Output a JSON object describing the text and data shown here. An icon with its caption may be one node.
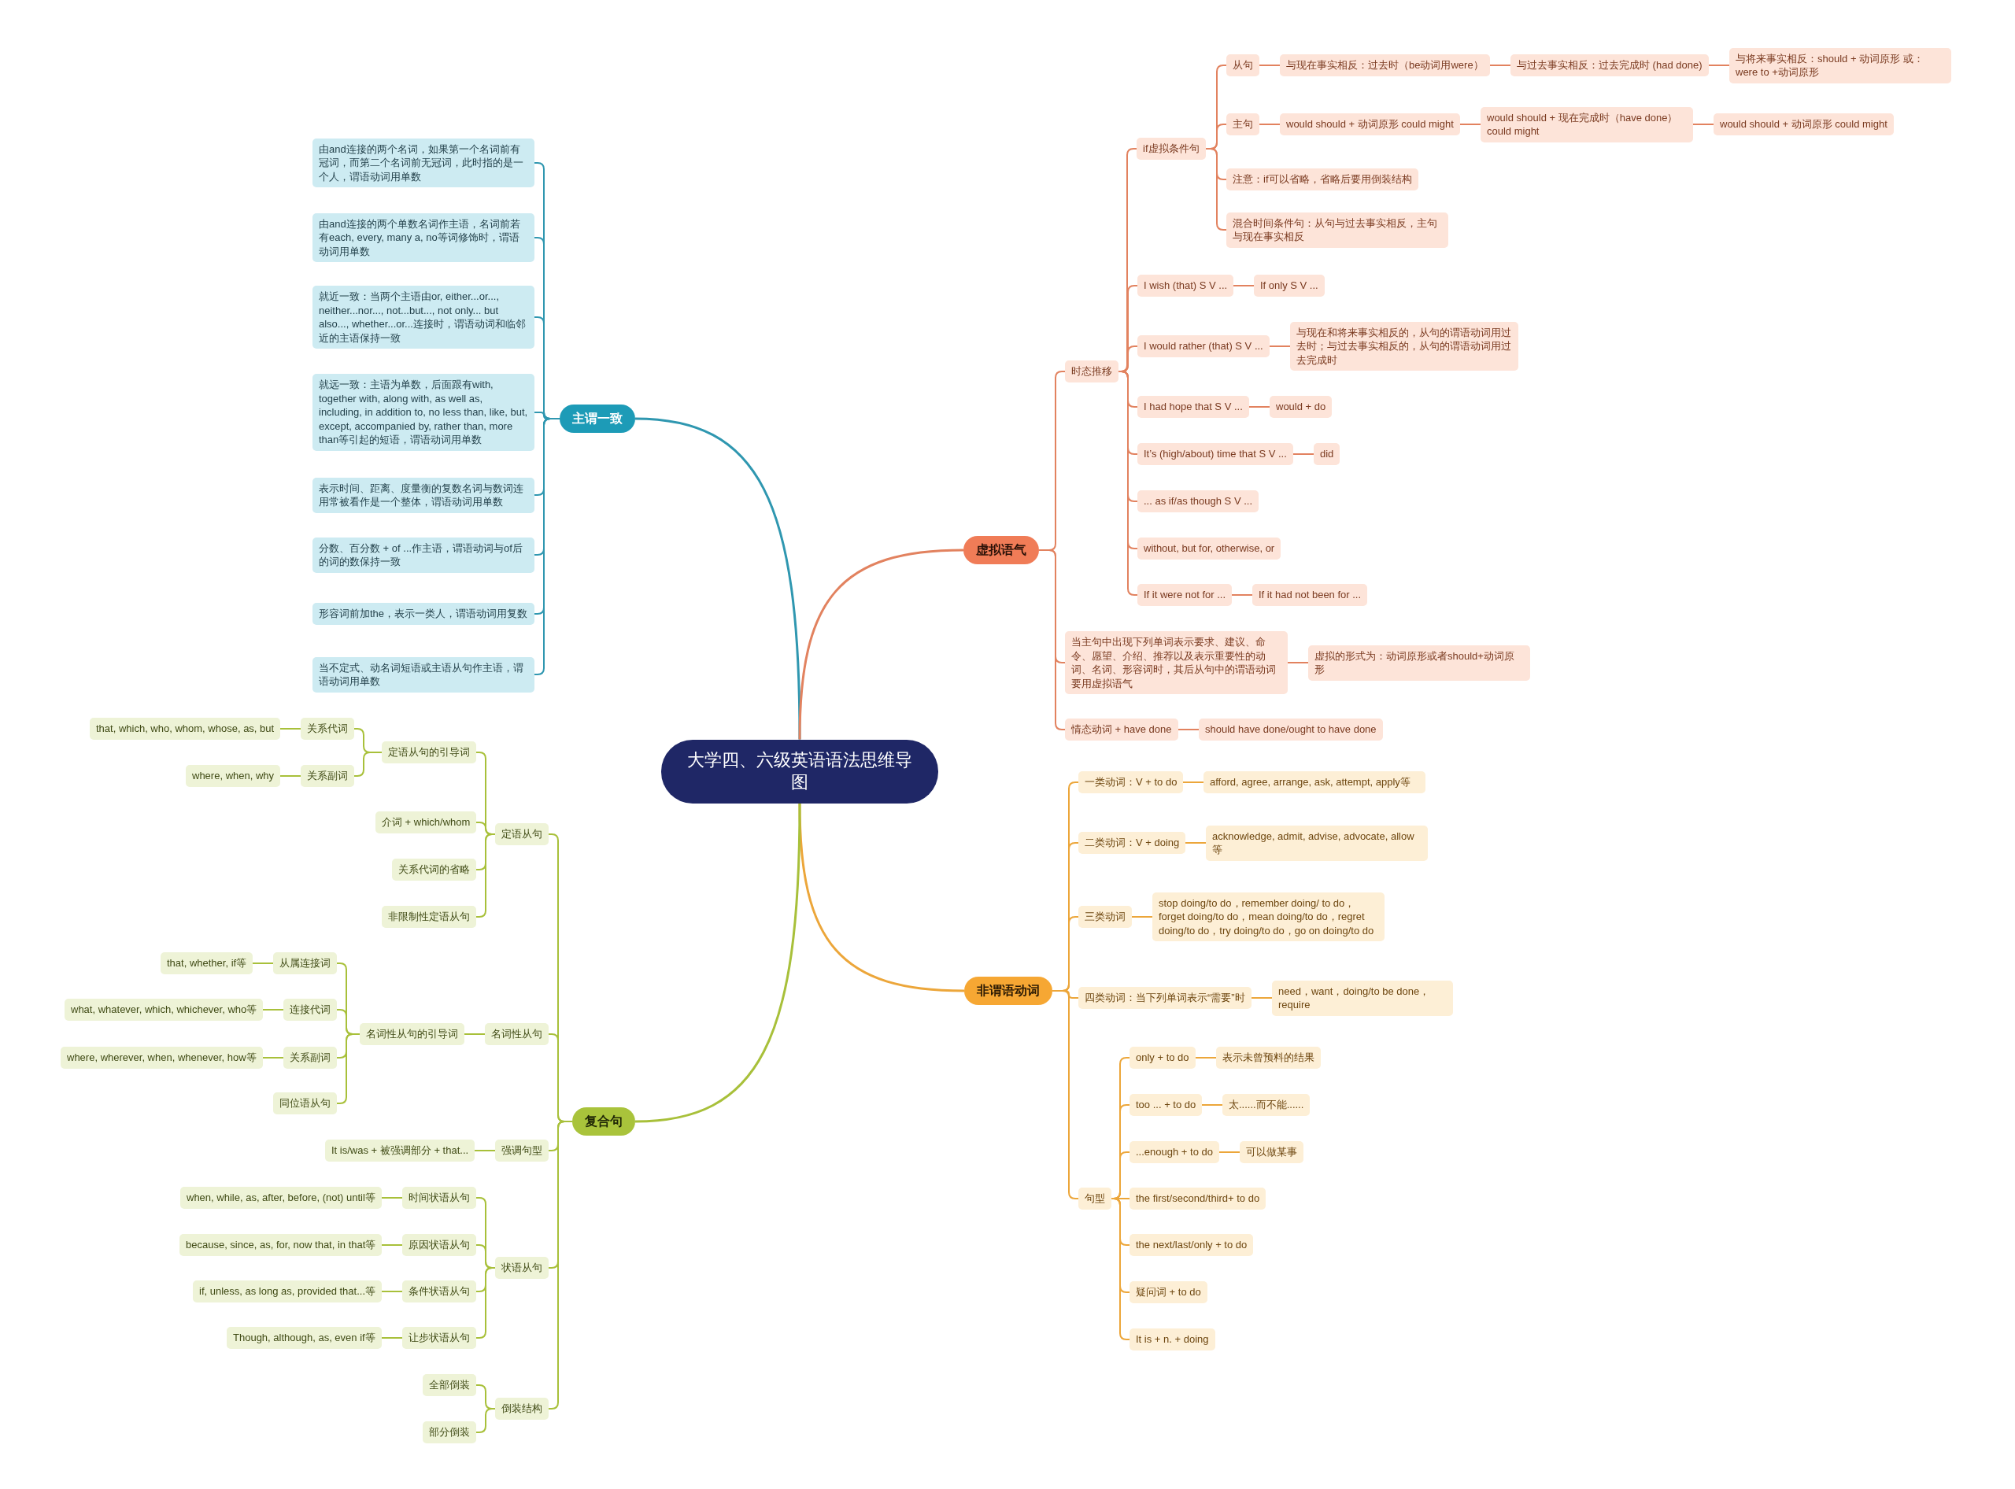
{
  "diagram": {
    "nodes": [
      {
        "text": [
          "大学四、六级英语语法思维导图"
        ]
      },
      {
        "text": [
          "主谓一致"
        ]
      },
      {
        "text": [
          "由and连接的两个名词，如果第一个名词前有冠词，而第二个名词前无冠词，此时指的是一个人，谓语动词用单数"
        ]
      },
      {
        "text": [
          "由and连接的两个单数名词作主语，名词前若有each, every, many a, no等词修饰时，谓语动词用单数"
        ]
      },
      {
        "text": [
          "就近一致：当两个主语由or, either...or..., neither...nor..., not...but..., not only... but also..., whether...or...连接时，谓语动词和临邻近的主语保持一致"
        ]
      },
      {
        "text": [
          "就远一致：主语为单数，后面跟有with, together with, along with, as well as, including, in addition to, no less than, like, but, except, accompanied by, rather than, more than等引起的短语，谓语动词用单数"
        ]
      },
      {
        "text": [
          "表示时间、距离、度量衡的复数名词与数词连用常被看作是一个整体，谓语动词用单数"
        ]
      },
      {
        "text": [
          "分数、百分数 + of ...作主语，谓语动词与of后的词的数保持一致"
        ]
      },
      {
        "text": [
          "形容词前加the，表示一类人，谓语动词用复数"
        ]
      },
      {
        "text": [
          "当不定式、动名词短语或主语从句作主语，谓语动词用单数"
        ]
      },
      {
        "text": [
          "虚拟语气"
        ]
      },
      {
        "text": [
          "时态推移"
        ]
      },
      {
        "text": [
          "if虚拟条件句"
        ]
      },
      {
        "text": [
          "从句"
        ]
      },
      {
        "text": [
          "与现在事实相反：过去时（be动词用were）"
        ]
      },
      {
        "text": [
          "与过去事实相反：过去完成时 (had done)"
        ]
      },
      {
        "text": [
          "与将来事实相反：should + 动词原形 或：were to +动词原形"
        ]
      },
      {
        "text": [
          "主句"
        ]
      },
      {
        "text": [
          "would should + 动词原形 could might"
        ]
      },
      {
        "text": [
          "would should + 现在完成时（have done） could might"
        ]
      },
      {
        "text": [
          "would should + 动词原形 could might"
        ]
      },
      {
        "text": [
          "注意：if可以省略，省略后要用倒装结构"
        ]
      },
      {
        "text": [
          "混合时间条件句：从句与过去事实相反，主句与现在事实相反"
        ]
      },
      {
        "text": [
          "I wish (that) S V ..."
        ]
      },
      {
        "text": [
          "If only S V ..."
        ]
      },
      {
        "text": [
          "I would rather (that) S V ..."
        ]
      },
      {
        "text": [
          "与现在和将来事实相反的，从句的谓语动词用过去时；与过去事实相反的，从句的谓语动词用过去完成时"
        ]
      },
      {
        "text": [
          "I had hope that S V ..."
        ]
      },
      {
        "text": [
          "would + do"
        ]
      },
      {
        "text": [
          "It’s (high/about) time that S V ..."
        ]
      },
      {
        "text": [
          "did"
        ]
      },
      {
        "text": [
          "... as if/as though S V ..."
        ]
      },
      {
        "text": [
          "without, but for, otherwise, or"
        ]
      },
      {
        "text": [
          "If it were not for ..."
        ]
      },
      {
        "text": [
          "If it had not been for ..."
        ]
      },
      {
        "text": [
          "当主句中出现下列单词表示要求、建议、命令、愿望、介绍、推荐以及表示重要性的动词、名词、形容词时，其后从句中的谓语动词要用虚拟语气"
        ]
      },
      {
        "text": [
          "虚拟的形式为：动词原形或者should+动词原形"
        ]
      },
      {
        "text": [
          "情态动词 + have done"
        ]
      },
      {
        "text": [
          "should have done/ought to have done"
        ]
      },
      {
        "text": [
          "非谓语动词"
        ]
      },
      {
        "text": [
          "一类动词：V + to do"
        ]
      },
      {
        "text": [
          "afford, agree, arrange, ask, attempt, apply等"
        ]
      },
      {
        "text": [
          "二类动词：V + doing"
        ]
      },
      {
        "text": [
          "acknowledge, admit, advise, advocate, allow等"
        ]
      },
      {
        "text": [
          "三类动词"
        ]
      },
      {
        "text": [
          "stop doing/to do，remember doing/ to do，forget doing/to do，mean doing/to do，regret doing/to do，try doing/to do，go on doing/to do"
        ]
      },
      {
        "text": [
          "四类动词：当下列单词表示“需要”时"
        ]
      },
      {
        "text": [
          "need，want，doing/to be done，require"
        ]
      },
      {
        "text": [
          "句型"
        ]
      },
      {
        "text": [
          "only + to do"
        ]
      },
      {
        "text": [
          "表示未曾预料的结果"
        ]
      },
      {
        "text": [
          "too ... + to do"
        ]
      },
      {
        "text": [
          "太......而不能......"
        ]
      },
      {
        "text": [
          "...enough + to do"
        ]
      },
      {
        "text": [
          "可以做某事"
        ]
      },
      {
        "text": [
          "the first/second/third+ to do"
        ]
      },
      {
        "text": [
          "the next/last/only + to do"
        ]
      },
      {
        "text": [
          "疑问词 + to do"
        ]
      },
      {
        "text": [
          "It is + n. + doing"
        ]
      },
      {
        "text": [
          "复合句"
        ]
      },
      {
        "text": [
          "定语从句"
        ]
      },
      {
        "text": [
          "定语从句的引导词"
        ]
      },
      {
        "text": [
          "关系代词"
        ]
      },
      {
        "text": [
          "that, which, who, whom, whose, as, but"
        ]
      },
      {
        "text": [
          "关系副词"
        ]
      },
      {
        "text": [
          "where, when, why"
        ]
      },
      {
        "text": [
          "介词 + which/whom"
        ]
      },
      {
        "text": [
          "关系代词的省略"
        ]
      },
      {
        "text": [
          "非限制性定语从句"
        ]
      },
      {
        "text": [
          "名词性从句"
        ]
      },
      {
        "text": [
          "名词性从句的引导词"
        ]
      },
      {
        "text": [
          "从属连接词"
        ]
      },
      {
        "text": [
          "that, whether, if等"
        ]
      },
      {
        "text": [
          "连接代词"
        ]
      },
      {
        "text": [
          "what, whatever, which, whichever, who等"
        ]
      },
      {
        "text": [
          "关系副词"
        ]
      },
      {
        "text": [
          "where, wherever, when, whenever, how等"
        ]
      },
      {
        "text": [
          "同位语从句"
        ]
      },
      {
        "text": [
          "强调句型"
        ]
      },
      {
        "text": [
          "It is/was + 被强调部分 + that..."
        ]
      },
      {
        "text": [
          "状语从句"
        ]
      },
      {
        "text": [
          "时间状语从句"
        ]
      },
      {
        "text": [
          "when, while, as, after, before, (not) until等"
        ]
      },
      {
        "text": [
          "原因状语从句"
        ]
      },
      {
        "text": [
          "because, since, as, for, now that, in that等"
        ]
      },
      {
        "text": [
          "条件状语从句"
        ]
      },
      {
        "text": [
          "if, unless, as long as, provided that...等"
        ]
      },
      {
        "text": [
          "让步状语从句"
        ]
      },
      {
        "text": [
          "Though, although, as, even if等"
        ]
      },
      {
        "text": [
          "倒装结构"
        ]
      },
      {
        "text": [
          "全部倒装"
        ]
      },
      {
        "text": [
          "部分倒装"
        ]
      }
    ],
    "edges": [
      {
        "from": 0,
        "to": 1,
        "arrow": "none",
        "color": "#2f97b0"
      },
      {
        "from": 1,
        "to": 2,
        "arrow": "none",
        "color": "#2f97b0"
      },
      {
        "from": 1,
        "to": 3,
        "arrow": "none",
        "color": "#2f97b0"
      },
      {
        "from": 1,
        "to": 4,
        "arrow": "none",
        "color": "#2f97b0"
      },
      {
        "from": 1,
        "to": 5,
        "arrow": "none",
        "color": "#2f97b0"
      },
      {
        "from": 1,
        "to": 6,
        "arrow": "none",
        "color": "#2f97b0"
      },
      {
        "from": 1,
        "to": 7,
        "arrow": "none",
        "color": "#2f97b0"
      },
      {
        "from": 1,
        "to": 8,
        "arrow": "none",
        "color": "#2f97b0"
      },
      {
        "from": 1,
        "to": 9,
        "arrow": "none",
        "color": "#2f97b0"
      },
      {
        "from": 0,
        "to": 10,
        "arrow": "none",
        "color": "#e2825f"
      },
      {
        "from": 10,
        "to": 11,
        "arrow": "none",
        "color": "#e2825f"
      },
      {
        "from": 11,
        "to": 12,
        "arrow": "none",
        "color": "#e2825f"
      },
      {
        "from": 12,
        "to": 13,
        "arrow": "none",
        "color": "#e2825f"
      },
      {
        "from": 13,
        "to": 14,
        "arrow": "none",
        "color": "#e2825f"
      },
      {
        "from": 14,
        "to": 15,
        "arrow": "none",
        "color": "#e2825f"
      },
      {
        "from": 15,
        "to": 16,
        "arrow": "none",
        "color": "#e2825f"
      },
      {
        "from": 12,
        "to": 17,
        "arrow": "none",
        "color": "#e2825f"
      },
      {
        "from": 17,
        "to": 18,
        "arrow": "none",
        "color": "#e2825f"
      },
      {
        "from": 18,
        "to": 19,
        "arrow": "none",
        "color": "#e2825f"
      },
      {
        "from": 19,
        "to": 20,
        "arrow": "none",
        "color": "#e2825f"
      },
      {
        "from": 12,
        "to": 21,
        "arrow": "none",
        "color": "#e2825f"
      },
      {
        "from": 12,
        "to": 22,
        "arrow": "none",
        "color": "#e2825f"
      },
      {
        "from": 11,
        "to": 23,
        "arrow": "none",
        "color": "#e2825f"
      },
      {
        "from": 23,
        "to": 24,
        "arrow": "none",
        "color": "#e2825f"
      },
      {
        "from": 11,
        "to": 25,
        "arrow": "none",
        "color": "#e2825f"
      },
      {
        "from": 25,
        "to": 26,
        "arrow": "none",
        "color": "#e2825f"
      },
      {
        "from": 11,
        "to": 27,
        "arrow": "none",
        "color": "#e2825f"
      },
      {
        "from": 27,
        "to": 28,
        "arrow": "none",
        "color": "#e2825f"
      },
      {
        "from": 11,
        "to": 29,
        "arrow": "none",
        "color": "#e2825f"
      },
      {
        "from": 29,
        "to": 30,
        "arrow": "none",
        "color": "#e2825f"
      },
      {
        "from": 11,
        "to": 31,
        "arrow": "none",
        "color": "#e2825f"
      },
      {
        "from": 11,
        "to": 32,
        "arrow": "none",
        "color": "#e2825f"
      },
      {
        "from": 11,
        "to": 33,
        "arrow": "none",
        "color": "#e2825f"
      },
      {
        "from": 33,
        "to": 34,
        "arrow": "none",
        "color": "#e2825f"
      },
      {
        "from": 10,
        "to": 35,
        "arrow": "none",
        "color": "#e2825f"
      },
      {
        "from": 35,
        "to": 36,
        "arrow": "none",
        "color": "#e2825f"
      },
      {
        "from": 10,
        "to": 37,
        "arrow": "none",
        "color": "#e2825f"
      },
      {
        "from": 37,
        "to": 38,
        "arrow": "none",
        "color": "#e2825f"
      },
      {
        "from": 0,
        "to": 39,
        "arrow": "none",
        "color": "#eca63a"
      },
      {
        "from": 39,
        "to": 40,
        "arrow": "none",
        "color": "#eca63a"
      },
      {
        "from": 40,
        "to": 41,
        "arrow": "none",
        "color": "#eca63a"
      },
      {
        "from": 39,
        "to": 42,
        "arrow": "none",
        "color": "#eca63a"
      },
      {
        "from": 42,
        "to": 43,
        "arrow": "none",
        "color": "#eca63a"
      },
      {
        "from": 39,
        "to": 44,
        "arrow": "none",
        "color": "#eca63a"
      },
      {
        "from": 44,
        "to": 45,
        "arrow": "none",
        "color": "#eca63a"
      },
      {
        "from": 39,
        "to": 46,
        "arrow": "none",
        "color": "#eca63a"
      },
      {
        "from": 46,
        "to": 47,
        "arrow": "none",
        "color": "#eca63a"
      },
      {
        "from": 39,
        "to": 48,
        "arrow": "none",
        "color": "#eca63a"
      },
      {
        "from": 48,
        "to": 49,
        "arrow": "none",
        "color": "#eca63a"
      },
      {
        "from": 49,
        "to": 50,
        "arrow": "none",
        "color": "#eca63a"
      },
      {
        "from": 48,
        "to": 51,
        "arrow": "none",
        "color": "#eca63a"
      },
      {
        "from": 51,
        "to": 52,
        "arrow": "none",
        "color": "#eca63a"
      },
      {
        "from": 48,
        "to": 53,
        "arrow": "none",
        "color": "#eca63a"
      },
      {
        "from": 53,
        "to": 54,
        "arrow": "none",
        "color": "#eca63a"
      },
      {
        "from": 48,
        "to": 55,
        "arrow": "none",
        "color": "#eca63a"
      },
      {
        "from": 48,
        "to": 56,
        "arrow": "none",
        "color": "#eca63a"
      },
      {
        "from": 48,
        "to": 57,
        "arrow": "none",
        "color": "#eca63a"
      },
      {
        "from": 48,
        "to": 58,
        "arrow": "none",
        "color": "#eca63a"
      },
      {
        "from": 0,
        "to": 59,
        "arrow": "none",
        "color": "#a8c03a"
      },
      {
        "from": 59,
        "to": 60,
        "arrow": "none",
        "color": "#a8c03a"
      },
      {
        "from": 60,
        "to": 61,
        "arrow": "none",
        "color": "#a8c03a"
      },
      {
        "from": 61,
        "to": 62,
        "arrow": "none",
        "color": "#a8c03a"
      },
      {
        "from": 62,
        "to": 63,
        "arrow": "none",
        "color": "#a8c03a"
      },
      {
        "from": 61,
        "to": 64,
        "arrow": "none",
        "color": "#a8c03a"
      },
      {
        "from": 64,
        "to": 65,
        "arrow": "none",
        "color": "#a8c03a"
      },
      {
        "from": 60,
        "to": 66,
        "arrow": "none",
        "color": "#a8c03a"
      },
      {
        "from": 60,
        "to": 67,
        "arrow": "none",
        "color": "#a8c03a"
      },
      {
        "from": 60,
        "to": 68,
        "arrow": "none",
        "color": "#a8c03a"
      },
      {
        "from": 59,
        "to": 69,
        "arrow": "none",
        "color": "#a8c03a"
      },
      {
        "from": 69,
        "to": 70,
        "arrow": "none",
        "color": "#a8c03a"
      },
      {
        "from": 70,
        "to": 71,
        "arrow": "none",
        "color": "#a8c03a"
      },
      {
        "from": 71,
        "to": 72,
        "arrow": "none",
        "color": "#a8c03a"
      },
      {
        "from": 70,
        "to": 73,
        "arrow": "none",
        "color": "#a8c03a"
      },
      {
        "from": 73,
        "to": 74,
        "arrow": "none",
        "color": "#a8c03a"
      },
      {
        "from": 70,
        "to": 75,
        "arrow": "none",
        "color": "#a8c03a"
      },
      {
        "from": 75,
        "to": 76,
        "arrow": "none",
        "color": "#a8c03a"
      },
      {
        "from": 70,
        "to": 77,
        "arrow": "none",
        "color": "#a8c03a"
      },
      {
        "from": 59,
        "to": 78,
        "arrow": "none",
        "color": "#a8c03a"
      },
      {
        "from": 78,
        "to": 79,
        "arrow": "none",
        "color": "#a8c03a"
      },
      {
        "from": 59,
        "to": 80,
        "arrow": "none",
        "color": "#a8c03a"
      },
      {
        "from": 80,
        "to": 81,
        "arrow": "none",
        "color": "#a8c03a"
      },
      {
        "from": 81,
        "to": 82,
        "arrow": "none",
        "color": "#a8c03a"
      },
      {
        "from": 80,
        "to": 83,
        "arrow": "none",
        "color": "#a8c03a"
      },
      {
        "from": 83,
        "to": 84,
        "arrow": "none",
        "color": "#a8c03a"
      },
      {
        "from": 80,
        "to": 85,
        "arrow": "none",
        "color": "#a8c03a"
      },
      {
        "from": 85,
        "to": 86,
        "arrow": "none",
        "color": "#a8c03a"
      },
      {
        "from": 80,
        "to": 87,
        "arrow": "none",
        "color": "#a8c03a"
      },
      {
        "from": 87,
        "to": 88,
        "arrow": "none",
        "color": "#a8c03a"
      },
      {
        "from": 59,
        "to": 89,
        "arrow": "none",
        "color": "#a8c03a"
      },
      {
        "from": 89,
        "to": 90,
        "arrow": "none",
        "color": "#a8c03a"
      },
      {
        "from": 89,
        "to": 91,
        "arrow": "none",
        "color": "#a8c03a"
      }
    ]
  }
}
